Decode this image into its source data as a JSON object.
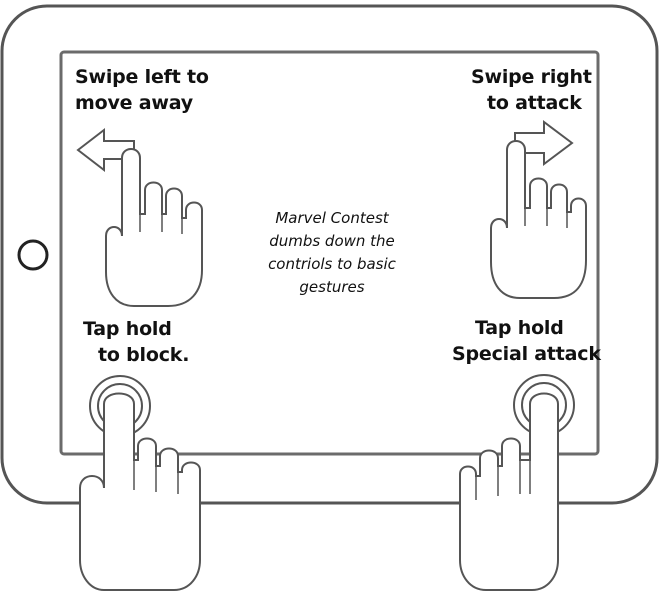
{
  "labels": {
    "swipe_left": [
      "Swipe left to",
      "move away"
    ],
    "swipe_right": [
      "Swipe right",
      "to attack"
    ],
    "tap_block": [
      "Tap hold",
      "to block."
    ],
    "tap_special": [
      "Tap hold",
      "Special attack"
    ]
  },
  "caption": [
    "Marvel Contest",
    "dumbs down the",
    "contriols to basic",
    "gestures"
  ],
  "icons": {
    "home_button": "home-button-icon",
    "arrow_left": "left-arrow-icon",
    "arrow_right": "right-arrow-icon",
    "hand_swipe_left": "pointing-hand-icon",
    "hand_swipe_right": "pointing-hand-icon",
    "hand_tap_block": "tapping-hand-icon",
    "hand_tap_special": "tapping-hand-icon",
    "ripple": "tap-ripple-icon"
  },
  "colors": {
    "stroke": "#555555",
    "screen_border": "#6b6b6b",
    "fill": "#ffffff",
    "text": "#111111"
  }
}
